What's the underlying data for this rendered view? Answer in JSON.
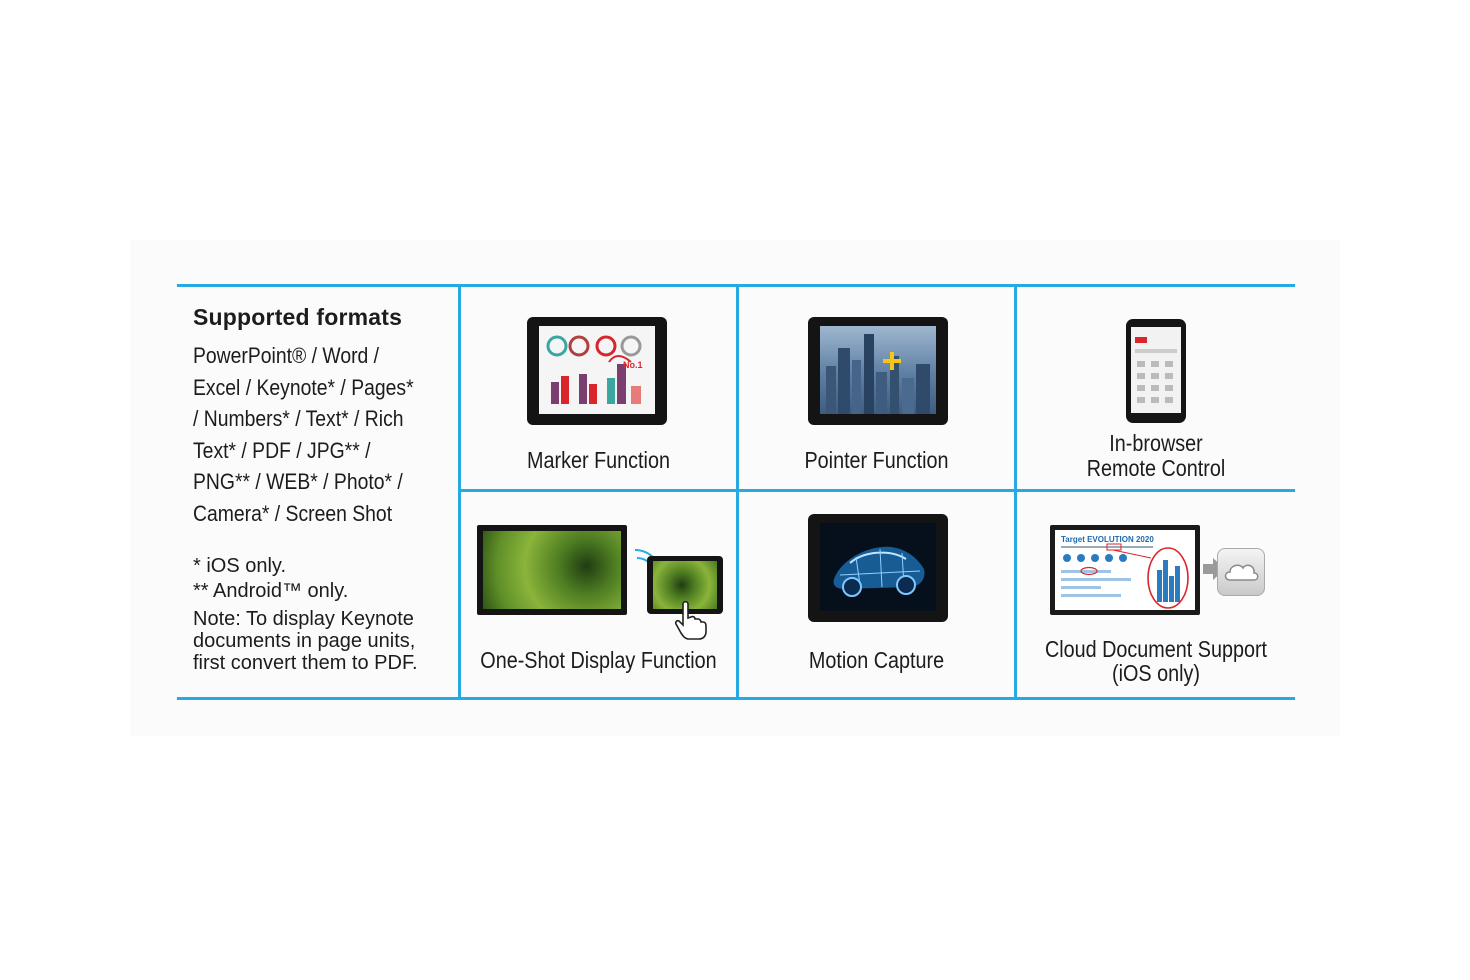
{
  "formats": {
    "heading": "Supported formats",
    "lines": [
      "PowerPoint® / Word /",
      "Excel / Keynote* / Pages*",
      "/ Numbers* / Text* / Rich",
      "Text* / PDF / JPG** /",
      "PNG** / WEB* / Photo* /",
      "Camera* / Screen Shot"
    ],
    "footnotes": [
      "* iOS only.",
      "** Android™ only."
    ],
    "note": "Note: To display Keynote documents in page units, first convert them to PDF."
  },
  "features": [
    {
      "id": "marker",
      "label": "Marker Function"
    },
    {
      "id": "pointer",
      "label": "Pointer Function"
    },
    {
      "id": "remote",
      "label_line1": "In-browser",
      "label_line2": "Remote Control"
    },
    {
      "id": "oneshot",
      "label": "One-Shot Display Function"
    },
    {
      "id": "motion",
      "label": "Motion Capture"
    },
    {
      "id": "cloud",
      "label_line1": "Cloud Document Support",
      "label_line2": "(iOS only)"
    }
  ],
  "screen_text": {
    "marker_badge": "No.1",
    "cloud_doc_title": "Target EVOLUTION 2020"
  },
  "colors": {
    "accent_line": "#27a9e1",
    "marker_red": "#d9262c"
  }
}
